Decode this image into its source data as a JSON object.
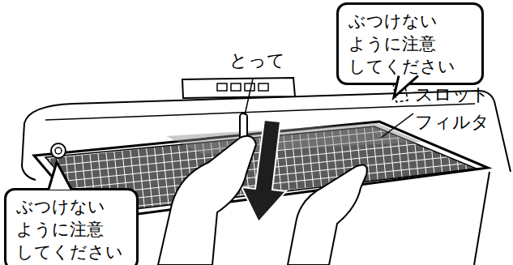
{
  "diagram": {
    "nodes": [
      {
        "text": [
          "ぶつけない ように注意 してください"
        ]
      },
      {
        "text": [
          "ぶつけない ように注意 してください"
        ]
      }
    ],
    "labels": [
      "とって",
      "スロット フィルタ"
    ]
  }
}
